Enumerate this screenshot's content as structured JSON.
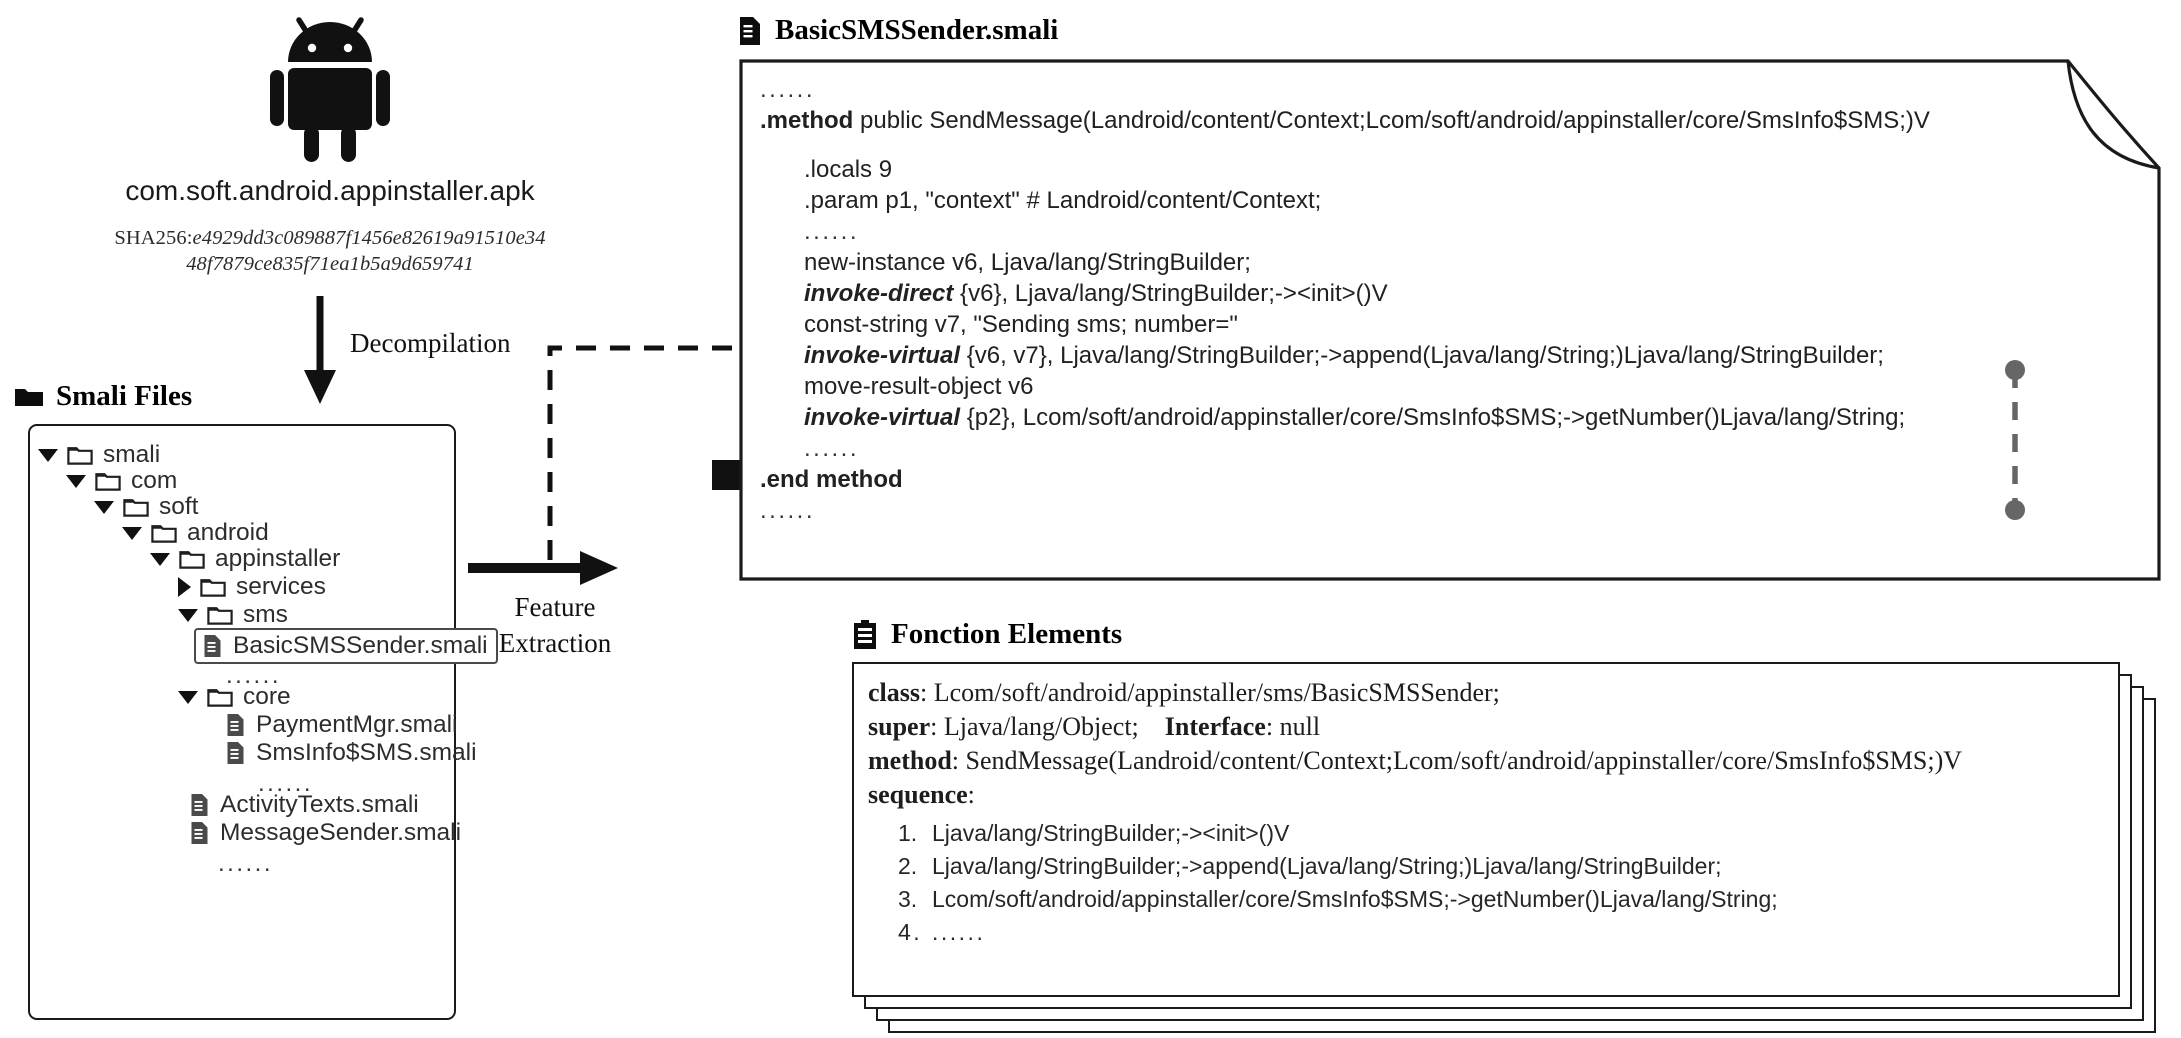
{
  "apk": {
    "icon": "android-robot-icon",
    "name": "com.soft.android.appinstaller.apk",
    "hash_label": "SHA256:",
    "hash_line1": "e4929dd3c089887f1456e82619a91510e34",
    "hash_line2": "48f7879ce835f71ea1b5a9d659741"
  },
  "decompilation": {
    "label": "Decompilation",
    "arrow_icon": "down-arrow-icon"
  },
  "smali_files": {
    "header_icon": "folder-filled-icon",
    "header_label": "Smali Files",
    "tree": [
      {
        "label": "smali",
        "depth": 0,
        "type": "folder",
        "toggle": "down",
        "selected": false
      },
      {
        "label": "com",
        "depth": 1,
        "type": "folder",
        "toggle": "down",
        "selected": false
      },
      {
        "label": "soft",
        "depth": 2,
        "type": "folder",
        "toggle": "down",
        "selected": false
      },
      {
        "label": "android",
        "depth": 3,
        "type": "folder",
        "toggle": "down",
        "selected": false
      },
      {
        "label": "appinstaller",
        "depth": 4,
        "type": "folder",
        "toggle": "down",
        "selected": false
      },
      {
        "label": "services",
        "depth": 5,
        "type": "folder",
        "toggle": "right",
        "selected": false
      },
      {
        "label": "sms",
        "depth": 5,
        "type": "folder",
        "toggle": "down",
        "selected": false
      },
      {
        "label": "BasicSMSSender.smali",
        "depth": 6,
        "type": "file",
        "toggle": "none",
        "selected": true
      },
      {
        "label": "......",
        "depth": 6,
        "type": "dots",
        "toggle": "none",
        "selected": false
      },
      {
        "label": "core",
        "depth": 5,
        "type": "folder",
        "toggle": "down",
        "selected": false
      },
      {
        "label": "PaymentMgr.smali",
        "depth": 6,
        "type": "file",
        "toggle": "none",
        "selected": false
      },
      {
        "label": "SmsInfo$SMS.smali",
        "depth": 6,
        "type": "file",
        "toggle": "none",
        "selected": false
      },
      {
        "label": "......",
        "depth": 6,
        "type": "dots",
        "toggle": "none",
        "selected": false
      },
      {
        "label": "ActivityTexts.smali",
        "depth": 4,
        "type": "file",
        "toggle": "none",
        "selected": false
      },
      {
        "label": "MessageSender.smali",
        "depth": 4,
        "type": "file",
        "toggle": "none",
        "selected": false
      },
      {
        "label": "......",
        "depth": 5,
        "type": "dots",
        "toggle": "none",
        "selected": false
      }
    ]
  },
  "feature_extraction": {
    "arrow_icon": "right-arrow-icon",
    "label_line1": "Feature",
    "label_line2": "Extraction"
  },
  "code_panel": {
    "header_icon": "file-text-icon",
    "header_label": "BasicSMSSender.smali",
    "lines": [
      {
        "text": "......",
        "style": "dots",
        "indent": false
      },
      {
        "text": ".method public SendMessage(Landroid/content/Context;Lcom/soft/android/appinstaller/core/SmsInfo$SMS;)V",
        "style": "method-decl",
        "indent": false
      },
      {
        "text": "",
        "style": "gap",
        "indent": false
      },
      {
        "text": ".locals 9",
        "style": "plain",
        "indent": true
      },
      {
        "text": ".param p1, \"context\"    # Landroid/content/Context;",
        "style": "plain",
        "indent": true
      },
      {
        "text": "......",
        "style": "dots",
        "indent": true
      },
      {
        "text": "new-instance v6, Ljava/lang/StringBuilder;",
        "style": "plain",
        "indent": true
      },
      {
        "text": "invoke-direct {v6}, Ljava/lang/StringBuilder;-><init>()V",
        "style": "bold-italic-op",
        "indent": true
      },
      {
        "text": "const-string v7, \"Sending sms;  number=\"",
        "style": "plain",
        "indent": true
      },
      {
        "text": "invoke-virtual {v6, v7}, Ljava/lang/StringBuilder;->append(Ljava/lang/String;)Ljava/lang/StringBuilder;",
        "style": "bold-italic-op",
        "indent": true
      },
      {
        "text": "move-result-object v6",
        "style": "plain",
        "indent": true
      },
      {
        "text": "invoke-virtual {p2}, Lcom/soft/android/appinstaller/core/SmsInfo$SMS;->getNumber()Ljava/lang/String;",
        "style": "bold-italic-op",
        "indent": true
      },
      {
        "text": "......",
        "style": "dots",
        "indent": true
      },
      {
        "text": ".end method",
        "style": "bold",
        "indent": false
      },
      {
        "text": "......",
        "style": "dots",
        "indent": false
      }
    ],
    "ops": {
      "invoke_direct": "invoke-direct",
      "invoke_virtual": "invoke-virtual",
      "method_kw": ".method",
      "end_method_kw": ".end method"
    }
  },
  "fonction_elements": {
    "header_icon": "clipboard-list-icon",
    "header_label": "Fonction Elements",
    "class_label": "class",
    "class_value": "Lcom/soft/android/appinstaller/sms/BasicSMSSender;",
    "super_label": "super",
    "super_value": "Ljava/lang/Object;",
    "interface_label": "Interface",
    "interface_value": "null",
    "method_label": "method",
    "method_value": "SendMessage(Landroid/content/Context;Lcom/soft/android/appinstaller/core/SmsInfo$SMS;)V",
    "sequence_label": "sequence",
    "sequence": [
      {
        "num": "1.",
        "text": "Ljava/lang/StringBuilder;-><init>()V"
      },
      {
        "num": "2.",
        "text": "Ljava/lang/StringBuilder;->append(Ljava/lang/String;)Ljava/lang/StringBuilder;"
      },
      {
        "num": "3.",
        "text": "Lcom/soft/android/appinstaller/core/SmsInfo$SMS;->getNumber()Ljava/lang/String;"
      },
      {
        "num": "4.",
        "text": "......"
      }
    ],
    "card_count": 4
  },
  "connectors": {
    "dashed_tree_to_code": "dashed-connector-icon",
    "anchor_square": "square-anchor-icon",
    "dashed_vertical": "dashed-vertical-connector-icon"
  },
  "colors": {
    "ink": "#1a1a1a",
    "text": "#2d2d2d",
    "connector_gray": "#666666",
    "folder_stroke": "#111111",
    "file_gray": "#4a4a4a"
  }
}
